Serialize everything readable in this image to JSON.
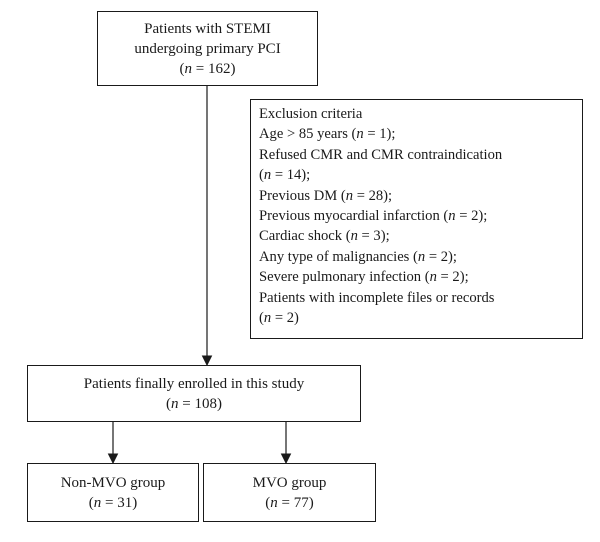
{
  "start": {
    "line1": "Patients with STEMI",
    "line2": "undergoing primary PCI",
    "count_open": "(",
    "count_var": "n",
    "count_close": " = 162)"
  },
  "exclusion": {
    "title": "Exclusion criteria",
    "items": [
      {
        "pre": "Age > 85 years (",
        "var": "n",
        "post": " = 1);"
      },
      {
        "pre": "Refused CMR and CMR contraindication",
        "var": "",
        "post": ""
      },
      {
        "pre": "(",
        "var": "n",
        "post": " = 14);"
      },
      {
        "pre": "Previous DM (",
        "var": "n",
        "post": " = 28);"
      },
      {
        "pre": "Previous myocardial infarction (",
        "var": "n",
        "post": " = 2);"
      },
      {
        "pre": "Cardiac shock (",
        "var": "n",
        "post": " = 3);"
      },
      {
        "pre": "Any type of malignancies (",
        "var": "n",
        "post": " = 2);"
      },
      {
        "pre": "Severe pulmonary infection (",
        "var": "n",
        "post": " = 2);"
      },
      {
        "pre": "Patients with incomplete files or records",
        "var": "",
        "post": ""
      },
      {
        "pre": "(",
        "var": "n",
        "post": " = 2)"
      }
    ]
  },
  "enrolled": {
    "line1": "Patients finally enrolled in this study",
    "count_open": "(",
    "count_var": "n",
    "count_close": " = 108)"
  },
  "non_mvo": {
    "line1": "Non-MVO group",
    "count_open": "(",
    "count_var": "n",
    "count_close": " = 31)"
  },
  "mvo": {
    "line1": "MVO group",
    "count_open": "(",
    "count_var": "n",
    "count_close": " = 77)"
  },
  "colors": {
    "stroke": "#1a1a1a",
    "text": "#1a1a1a",
    "background": "#ffffff"
  }
}
